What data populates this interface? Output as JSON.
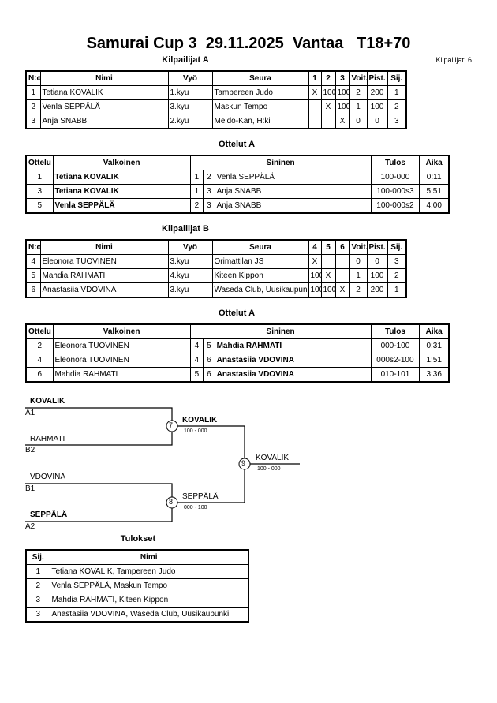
{
  "header": {
    "title": "Samurai Cup 3  29.11.2025  Vantaa   T18+70",
    "count_text": "Kilpailijat: 6"
  },
  "pool_a": {
    "title": "Kilpailijat A",
    "headers": [
      "N:o",
      "Nimi",
      "Vyö",
      "Seura",
      "1",
      "2",
      "3",
      "Voit.",
      "Pist.",
      "Sij."
    ],
    "rows": [
      [
        "1",
        "Tetiana KOVALIK",
        "1.kyu",
        "Tampereen Judo",
        "X",
        "100",
        "100",
        "2",
        "200",
        "1"
      ],
      [
        "2",
        "Venla SEPPÄLÄ",
        "3.kyu",
        "Maskun Tempo",
        "",
        "X",
        "100",
        "1",
        "100",
        "2"
      ],
      [
        "3",
        "Anja SNABB",
        "2.kyu",
        "Meido-Kan, H:ki",
        "",
        "",
        "X",
        "0",
        "0",
        "3"
      ]
    ]
  },
  "matches_a": {
    "title": "Ottelut A",
    "headers": [
      "Ottelu",
      "Valkoinen",
      "Sininen",
      "Tulos",
      "Aika"
    ],
    "rows": [
      [
        "1",
        "Tetiana KOVALIK",
        "1",
        "2",
        "Venla SEPPÄLÄ",
        "100-000",
        "0:11"
      ],
      [
        "3",
        "Tetiana KOVALIK",
        "1",
        "3",
        "Anja SNABB",
        "100-000s3",
        "5:51"
      ],
      [
        "5",
        "Venla SEPPÄLÄ",
        "2",
        "3",
        "Anja SNABB",
        "100-000s2",
        "4:00"
      ]
    ]
  },
  "pool_b": {
    "title": "Kilpailijat B",
    "headers": [
      "N:o",
      "Nimi",
      "Vyö",
      "Seura",
      "4",
      "5",
      "6",
      "Voit.",
      "Pist.",
      "Sij."
    ],
    "rows": [
      [
        "4",
        "Eleonora TUOVINEN",
        "3.kyu",
        "Orimattilan JS",
        "X",
        "",
        "",
        "0",
        "0",
        "3"
      ],
      [
        "5",
        "Mahdia RAHMATI",
        "4.kyu",
        "Kiteen Kippon",
        "100",
        "X",
        "",
        "1",
        "100",
        "2"
      ],
      [
        "6",
        "Anastasiia VDOVINA",
        "3.kyu",
        "Waseda Club, Uusikaupunki",
        "100",
        "100",
        "X",
        "2",
        "200",
        "1"
      ]
    ]
  },
  "matches_b": {
    "title": "Ottelut A",
    "headers": [
      "Ottelu",
      "Valkoinen",
      "Sininen",
      "Tulos",
      "Aika"
    ],
    "rows": [
      [
        "2",
        "Eleonora TUOVINEN",
        "4",
        "5",
        "Mahdia RAHMATI",
        "000-100",
        "0:31"
      ],
      [
        "4",
        "Eleonora TUOVINEN",
        "4",
        "6",
        "Anastasiia VDOVINA",
        "000s2-100",
        "1:51"
      ],
      [
        "6",
        "Mahdia RAHMATI",
        "5",
        "6",
        "Anastasiia VDOVINA",
        "010-101",
        "3:36"
      ]
    ]
  },
  "bracket": {
    "semi1": {
      "top_name": "KOVALIK",
      "top_seed": "A1",
      "bottom_name": "RAHMATI",
      "bottom_seed": "B2",
      "match": "7",
      "winner": "KOVALIK",
      "score": "100 - 000"
    },
    "semi2": {
      "top_name": "VDOVINA",
      "top_seed": "B1",
      "bottom_name": "SEPPÄLÄ",
      "bottom_seed": "A2",
      "match": "8",
      "winner": "SEPPÄLÄ",
      "score": "000 - 100"
    },
    "final": {
      "match": "9",
      "winner": "KOVALIK",
      "score": "100 - 000"
    }
  },
  "results": {
    "title": "Tulokset",
    "headers": [
      "Sij.",
      "Nimi"
    ],
    "rows": [
      [
        "1",
        "Tetiana KOVALIK, Tampereen Judo"
      ],
      [
        "2",
        "Venla SEPPÄLÄ, Maskun Tempo"
      ],
      [
        "3",
        "Mahdia RAHMATI, Kiteen Kippon"
      ],
      [
        "3",
        "Anastasiia VDOVINA, Waseda Club, Uusikaupunki"
      ]
    ]
  }
}
